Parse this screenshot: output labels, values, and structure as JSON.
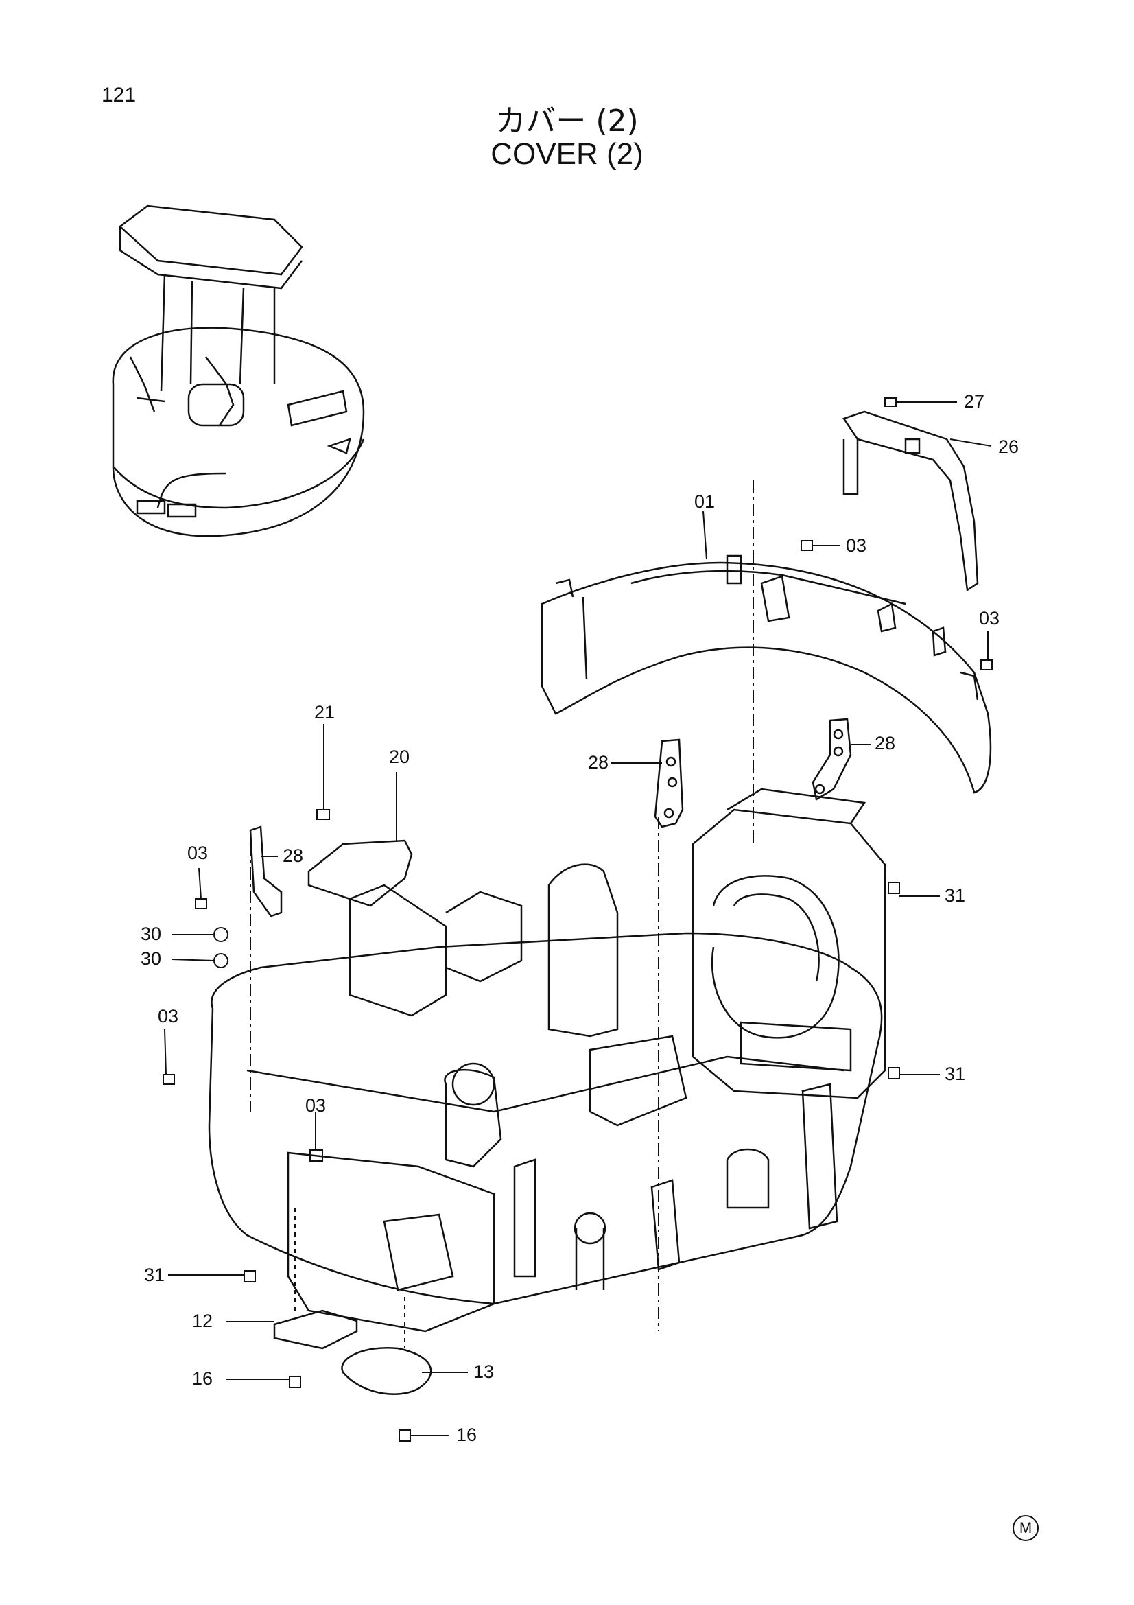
{
  "page_number": "121",
  "title_jp": "カバー (2)",
  "title_en": "COVER (2)",
  "callouts": [
    {
      "id": "c27",
      "label": "27"
    },
    {
      "id": "c26",
      "label": "26"
    },
    {
      "id": "c01",
      "label": "01"
    },
    {
      "id": "c03a",
      "label": "03"
    },
    {
      "id": "c03b",
      "label": "03"
    },
    {
      "id": "c21",
      "label": "21"
    },
    {
      "id": "c20",
      "label": "20"
    },
    {
      "id": "c28a",
      "label": "28"
    },
    {
      "id": "c28b",
      "label": "28"
    },
    {
      "id": "c28c",
      "label": "28"
    },
    {
      "id": "c03c",
      "label": "03"
    },
    {
      "id": "c30a",
      "label": "30"
    },
    {
      "id": "c30b",
      "label": "30"
    },
    {
      "id": "c31a",
      "label": "31"
    },
    {
      "id": "c03d",
      "label": "03"
    },
    {
      "id": "c31b",
      "label": "31"
    },
    {
      "id": "c03e",
      "label": "03"
    },
    {
      "id": "c31c",
      "label": "31"
    },
    {
      "id": "c12",
      "label": "12"
    },
    {
      "id": "c16a",
      "label": "16"
    },
    {
      "id": "c13",
      "label": "13"
    },
    {
      "id": "c16b",
      "label": "16"
    }
  ],
  "corner_mark": "M"
}
